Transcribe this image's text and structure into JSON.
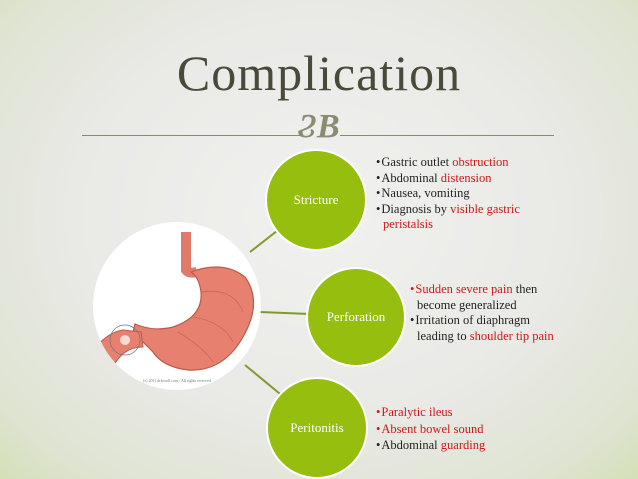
{
  "title": "Complication",
  "ornament": "ϨΒ",
  "nodes": [
    {
      "label": "Stricture",
      "items": [
        [
          {
            "t": "Gastric outlet ",
            "red": false
          },
          {
            "t": "obstruction",
            "red": true
          }
        ],
        [
          {
            "t": "Abdominal ",
            "red": false
          },
          {
            "t": "distension",
            "red": true
          }
        ],
        [
          {
            "t": "Nausea, vomiting",
            "red": false
          }
        ],
        [
          {
            "t": "Diagnosis by ",
            "red": false
          },
          {
            "t": "visible gastric peristalsis",
            "red": true
          }
        ]
      ]
    },
    {
      "label": "Perforation",
      "items": [
        [
          {
            "t": "Sudden severe pain",
            "red": true
          },
          {
            "t": " then become generalized",
            "red": false
          }
        ],
        [
          {
            "t": "Irritation of diaphragm leading to ",
            "red": false
          },
          {
            "t": "shoulder tip pain",
            "red": true
          }
        ]
      ]
    },
    {
      "label": "Peritonitis",
      "items": [
        [
          {
            "t": "Paralytic ileus",
            "red": true
          }
        ],
        [
          {
            "t": "Absent bowel sound",
            "red": true
          }
        ],
        [
          {
            "t": "Abdominal ",
            "red": false
          },
          {
            "t": "guarding",
            "red": true
          }
        ]
      ]
    }
  ],
  "image_credit": "(c) 2011 drkoroll.com / All rights reserved",
  "colors": {
    "node": "#96be0e",
    "highlight": "#d01818",
    "title": "#4a4a3a"
  }
}
